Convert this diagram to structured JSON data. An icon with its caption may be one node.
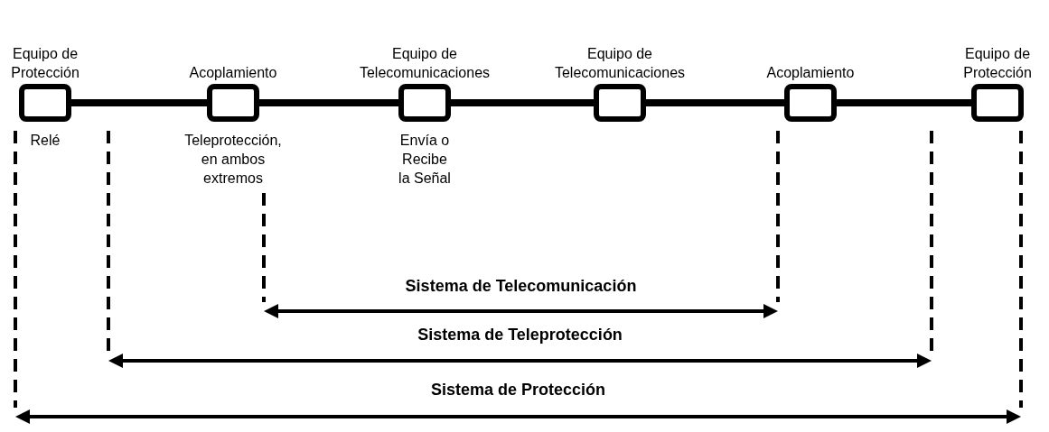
{
  "diagram": {
    "nodes": [
      {
        "text": [
          "Equipo de Protección"
        ],
        "beside": [
          "Relé"
        ]
      },
      {
        "text": [
          "Acoplamiento"
        ],
        "beside": [
          "Teleprotección, en ambos extremos"
        ]
      },
      {
        "text": [
          "Equipo de Telecomunicaciones"
        ],
        "beside": [
          "Envía o Recibe la Señal"
        ]
      },
      {
        "text": [
          "Equipo de Telecomunicaciones"
        ]
      },
      {
        "text": [
          "Acoplamiento"
        ]
      },
      {
        "text": [
          "Equipo de Protección"
        ]
      }
    ],
    "edges": [
      {
        "from": 0,
        "to": 1,
        "arrow": "none"
      },
      {
        "from": 1,
        "to": 2,
        "arrow": "none"
      },
      {
        "from": 2,
        "to": 3,
        "arrow": "none"
      },
      {
        "from": 3,
        "to": 4,
        "arrow": "none"
      },
      {
        "from": 4,
        "to": 5,
        "arrow": "none"
      }
    ],
    "labels": [
      "Sistema de Telecomunicación",
      "Sistema de Teleprotección",
      "Sistema de Protección"
    ]
  }
}
